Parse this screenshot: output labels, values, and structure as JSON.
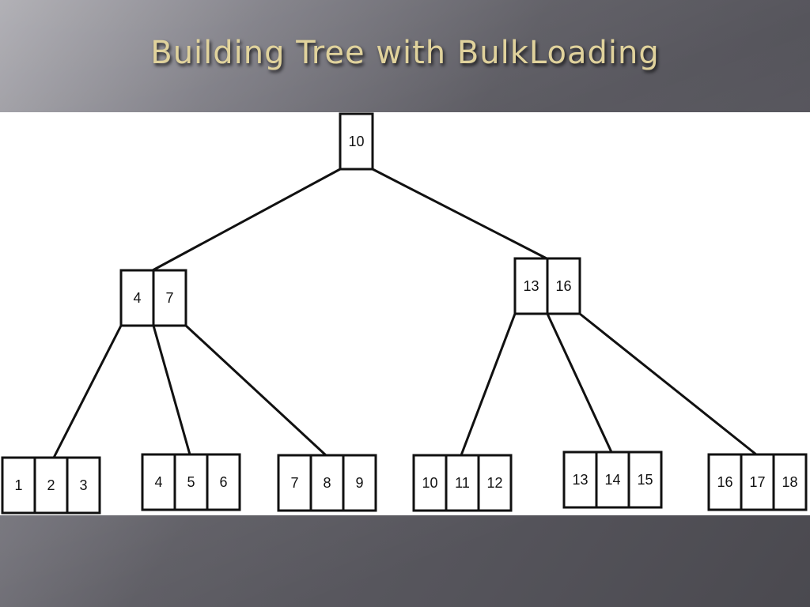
{
  "slide": {
    "title": "Building Tree with BulkLoading"
  },
  "tree": {
    "root": {
      "keys": [
        "10"
      ]
    },
    "internal": [
      {
        "keys": [
          "4",
          "7"
        ]
      },
      {
        "keys": [
          "13",
          "16"
        ]
      }
    ],
    "leaves": [
      {
        "keys": [
          "1",
          "2",
          "3"
        ]
      },
      {
        "keys": [
          "4",
          "5",
          "6"
        ]
      },
      {
        "keys": [
          "7",
          "8",
          "9"
        ]
      },
      {
        "keys": [
          "10",
          "11",
          "12"
        ]
      },
      {
        "keys": [
          "13",
          "14",
          "15"
        ]
      },
      {
        "keys": [
          "16",
          "17",
          "18"
        ]
      }
    ]
  }
}
